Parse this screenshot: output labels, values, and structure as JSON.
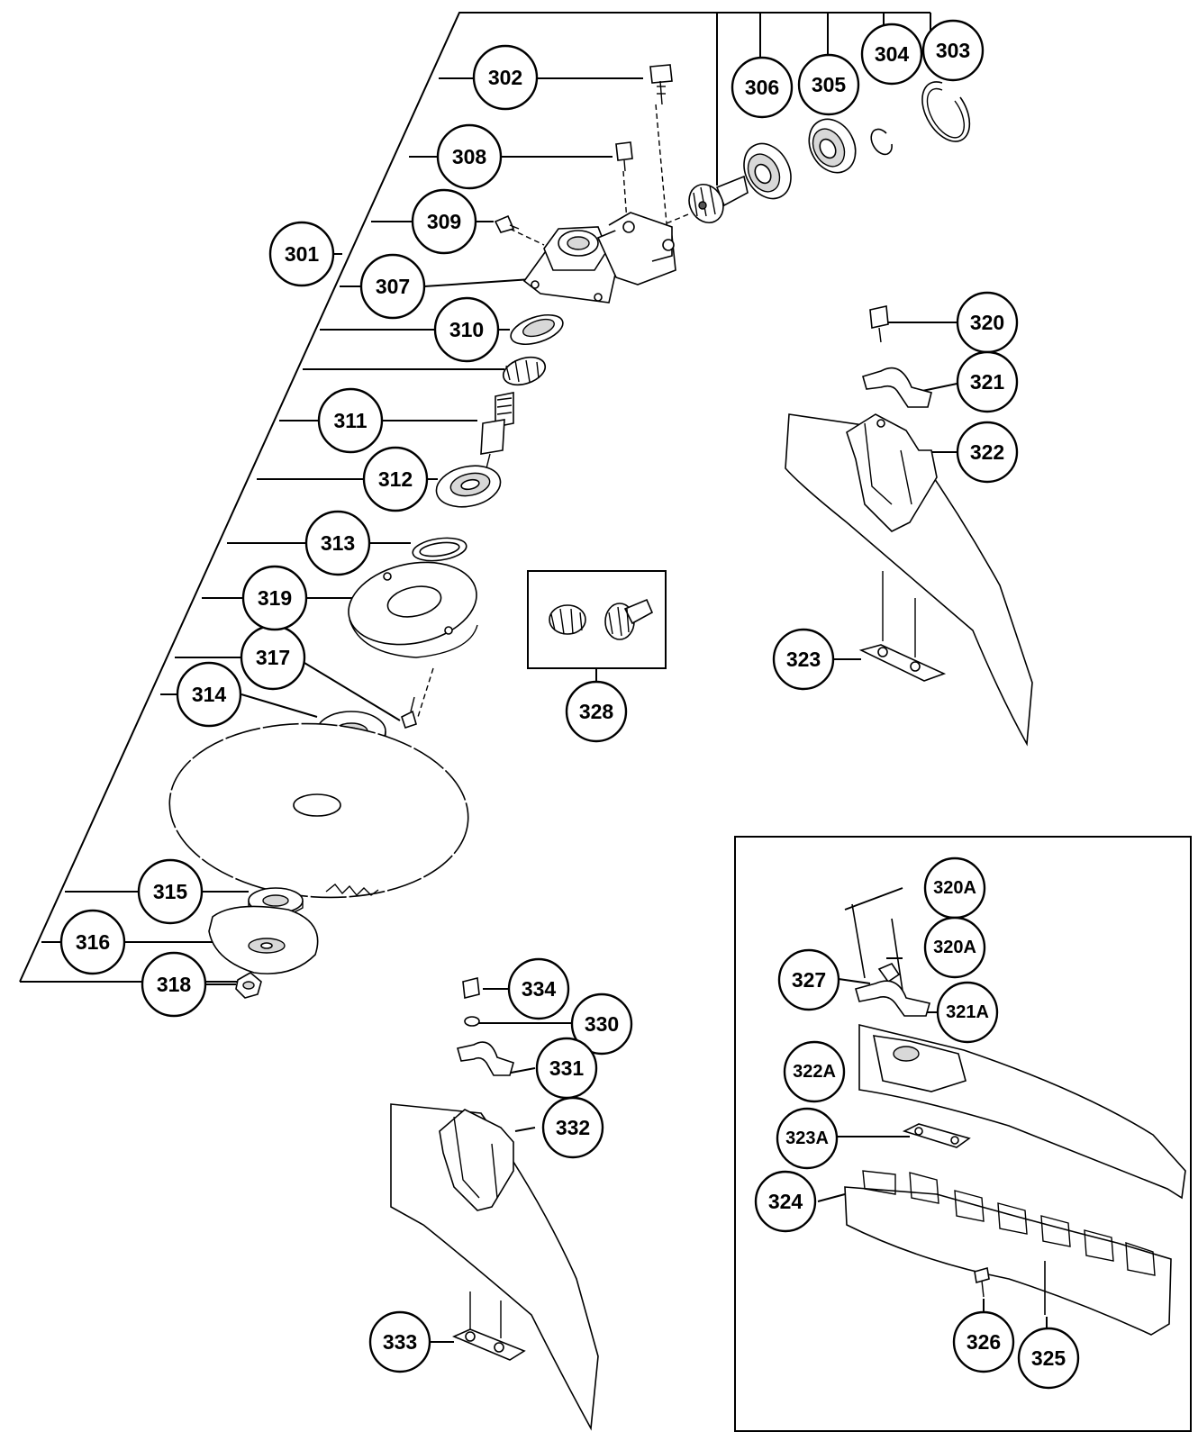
{
  "labels": {
    "p301": "301",
    "p302": "302",
    "p303": "303",
    "p304": "304",
    "p305": "305",
    "p306": "306",
    "p307": "307",
    "p308": "308",
    "p309": "309",
    "p310": "310",
    "p311": "311",
    "p312": "312",
    "p313": "313",
    "p314": "314",
    "p315": "315",
    "p316": "316",
    "p317": "317",
    "p318": "318",
    "p319": "319",
    "p320": "320",
    "p321": "321",
    "p322": "322",
    "p323": "323",
    "p328": "328",
    "p330": "330",
    "p331": "331",
    "p332": "332",
    "p333": "333",
    "p334": "334",
    "p320A_top": "320A",
    "p320A_bottom": "320A",
    "p321A": "321A",
    "p322A": "322A",
    "p323A": "323A",
    "p324": "324",
    "p325": "325",
    "p326": "326",
    "p327": "327"
  }
}
